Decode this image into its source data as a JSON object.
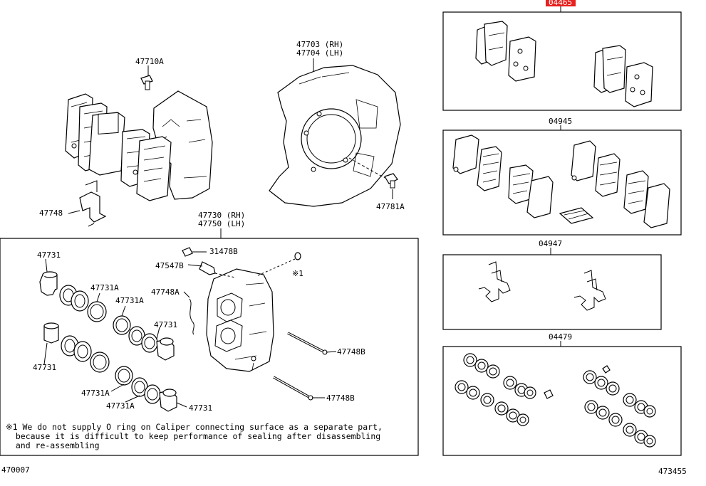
{
  "labels": {
    "kit_04465": "04465",
    "kit_04945": "04945",
    "kit_04947": "04947",
    "kit_04479": "04479",
    "p47710A": "47710A",
    "p47703": "47703 (RH)",
    "p47704": "47704 (LH)",
    "p47748": "47748",
    "p47781A": "47781A",
    "p47730": "47730 (RH)",
    "p47750": "47750 (LH)",
    "p31478B": "31478B",
    "p47547B": "47547B",
    "ref1": "※1",
    "p47748A": "47748A",
    "p47731_a": "47731",
    "p47731A_a": "47731A",
    "p47731A_b": "47731A",
    "p47731_b": "47731",
    "p47731_c": "47731",
    "p47731A_c": "47731A",
    "p47731A_d": "47731A",
    "p47731_d": "47731",
    "p47748B_a": "47748B",
    "p47748B_b": "47748B"
  },
  "note": {
    "line1": "※1 We do not supply O ring on Caliper connecting surface as a separate part,",
    "line2": "  because it is difficult to keep performance of sealing after disassembling",
    "line3": "  and re-assembling"
  },
  "footer": {
    "left_code": "470007",
    "right_code": "473455"
  },
  "colors": {
    "highlight": "#e8201e",
    "line": "#000000"
  }
}
